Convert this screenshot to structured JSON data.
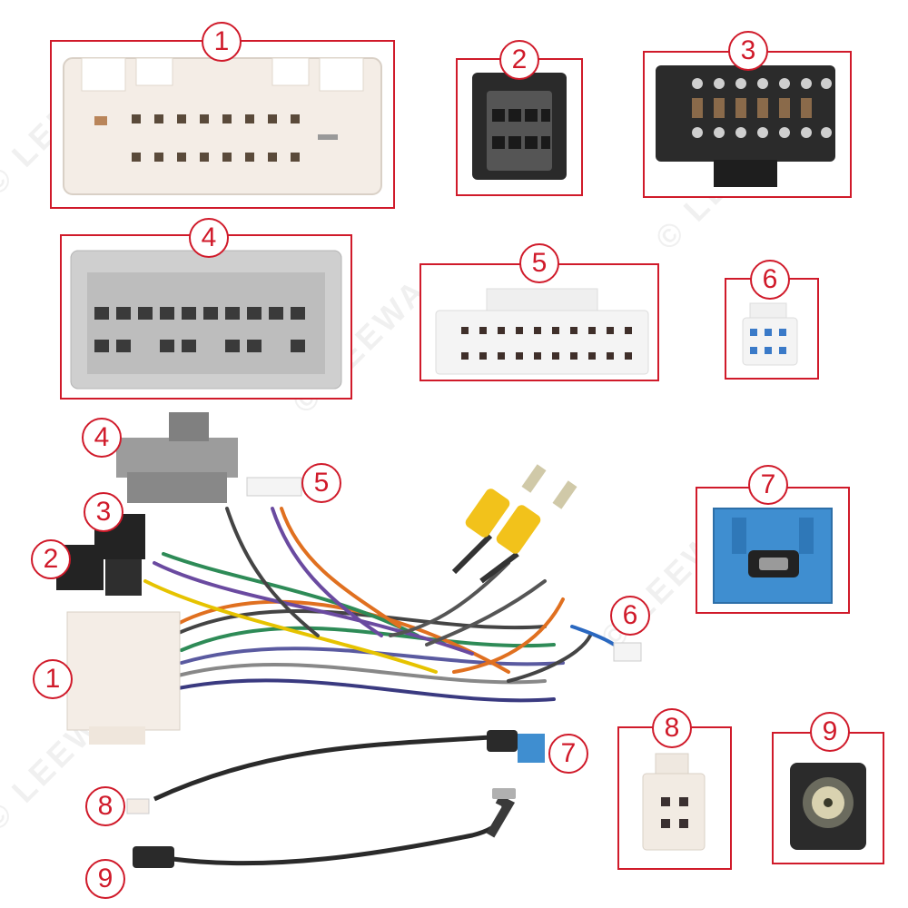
{
  "badges": {
    "b1": "1",
    "b2": "2",
    "b3": "3",
    "b4": "4",
    "b5": "5",
    "b6": "6",
    "b7": "7",
    "b8": "8",
    "b9": "9"
  },
  "harness": {
    "l1": "1",
    "l2": "2",
    "l3": "3",
    "l4": "4",
    "l5": "5",
    "l6": "6",
    "l7": "7",
    "l8": "8",
    "l9": "9"
  },
  "watermark": "© LEEWA",
  "colors": {
    "accent": "#d01a2a",
    "connector_white": "#f4ede6",
    "connector_grey": "#cfcfcf",
    "connector_black": "#2a2a2a",
    "connector_blue": "#3f8ed0",
    "rca_yellow": "#f2c21b"
  }
}
